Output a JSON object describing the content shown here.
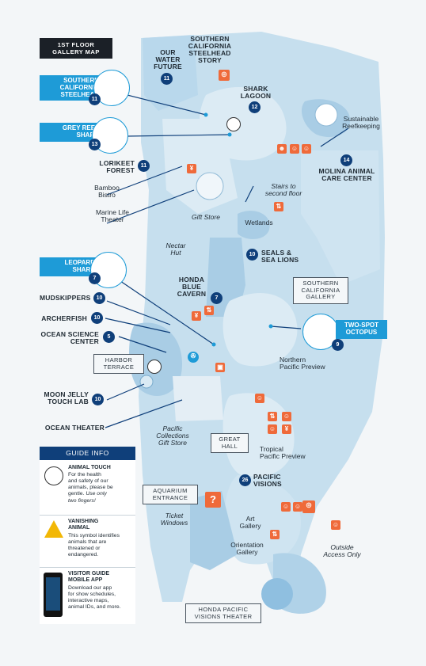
{
  "floor_title": [
    "1ST FLOOR",
    "GALLERY MAP"
  ],
  "exhibits": {
    "our_water_future": {
      "name": [
        "OUR",
        "WATER",
        "FUTURE"
      ],
      "num": "11"
    },
    "socal_steelhead_story": {
      "name": [
        "SOUTHERN",
        "CALIFORNIA",
        "STEELHEAD",
        "STORY"
      ]
    },
    "shark_lagoon": {
      "name": [
        "SHARK",
        "LAGOON"
      ],
      "num": "12"
    },
    "lorikeet_forest": {
      "name": [
        "LORIKEET",
        "FOREST"
      ],
      "num": "11"
    },
    "molina": {
      "name": [
        "MOLINA ANIMAL",
        "CARE CENTER"
      ],
      "num": "14"
    },
    "seals": {
      "name": [
        "SEALS &",
        "SEA LIONS"
      ],
      "num": "10"
    },
    "honda_blue_cavern": {
      "name": [
        "HONDA",
        "BLUE",
        "CAVERN"
      ],
      "num": "7"
    },
    "mudskippers": {
      "name": "MUDSKIPPERS",
      "num": "10"
    },
    "archerfish": {
      "name": "ARCHERFISH",
      "num": "10"
    },
    "ocean_science_center": {
      "name": [
        "OCEAN SCIENCE",
        "CENTER"
      ],
      "num": "5"
    },
    "moon_jelly": {
      "name": [
        "MOON JELLY",
        "TOUCH LAB"
      ],
      "num": "10"
    },
    "ocean_theater": {
      "name": "OCEAN THEATER"
    },
    "pacific_visions": {
      "name": [
        "PACIFIC",
        "VISIONS"
      ],
      "num": "26"
    }
  },
  "vanishing": {
    "steelhead": {
      "name": [
        "SOUTHERN",
        "CALIFORNIA",
        "STEELHEAD"
      ],
      "num": "11"
    },
    "grey_reef_shark": {
      "name": [
        "GREY REEF",
        "SHARK"
      ],
      "num": "13"
    },
    "leopard_shark": {
      "name": [
        "LEOPARD",
        "SHARK"
      ],
      "num": "7"
    },
    "two_spot_octopus": {
      "name": [
        "TWO-SPOT",
        "OCTOPUS"
      ],
      "num": "9"
    }
  },
  "places": {
    "sustainable_reefkeeping": [
      "Sustainable",
      "Reefkeeping"
    ],
    "bamboo_bistro": [
      "Bamboo",
      "Bistro"
    ],
    "marine_life_theater": [
      "Marine Life",
      "Theater"
    ],
    "gift_store": "Gift Store",
    "stairs": [
      "Stairs to",
      "second floor"
    ],
    "wetlands": "Wetlands",
    "nectar_hut": [
      "Nectar",
      "Hut"
    ],
    "northern_pacific_preview": [
      "Northern",
      "Pacific Preview"
    ],
    "pacific_collections": [
      "Pacific",
      "Collections",
      "Gift Store"
    ],
    "tropical_pacific_preview": [
      "Tropical",
      "Pacific Preview"
    ],
    "ticket_windows": [
      "Ticket",
      "Windows"
    ],
    "art_gallery": [
      "Art",
      "Gallery"
    ],
    "orientation_gallery": [
      "Orientation",
      "Gallery"
    ],
    "outside_access": [
      "Outside",
      "Access Only"
    ]
  },
  "boxes": {
    "harbor_terrace": [
      "HARBOR",
      "TERRACE"
    ],
    "socal_gallery": [
      "SOUTHERN",
      "CALIFORNIA",
      "GALLERY"
    ],
    "great_hall": [
      "GREAT",
      "HALL"
    ],
    "aquarium_entrance": [
      "AQUARIUM",
      "ENTRANCE"
    ],
    "honda_theater": [
      "HONDA PACIFIC",
      "VISIONS THEATER"
    ]
  },
  "guide": {
    "title": "GUIDE INFO",
    "animal_touch": {
      "title": "ANIMAL TOUCH",
      "text": [
        "For the health",
        "and safety of our",
        "animals, please be",
        "gentle."
      ],
      "text_ital": [
        "Use only",
        "two fingers!"
      ]
    },
    "vanishing": {
      "title": [
        "VANISHING",
        "ANIMAL"
      ],
      "text": [
        "This symbol identifies",
        "animals that are",
        "threatened or",
        "endangered."
      ]
    },
    "app": {
      "title": [
        "VISITOR GUIDE",
        "MOBILE APP"
      ],
      "text": [
        "Download our app",
        "for show schedules,",
        "interactive maps,",
        "animal IDs, and more."
      ]
    }
  },
  "colors": {
    "map_fill": "#c6dfee",
    "map_deep": "#a9cde5",
    "map_light": "#dcebf4",
    "accent_blue": "#1e9bd7",
    "navy": "#0f3f7a",
    "orange": "#ef6a3a"
  }
}
